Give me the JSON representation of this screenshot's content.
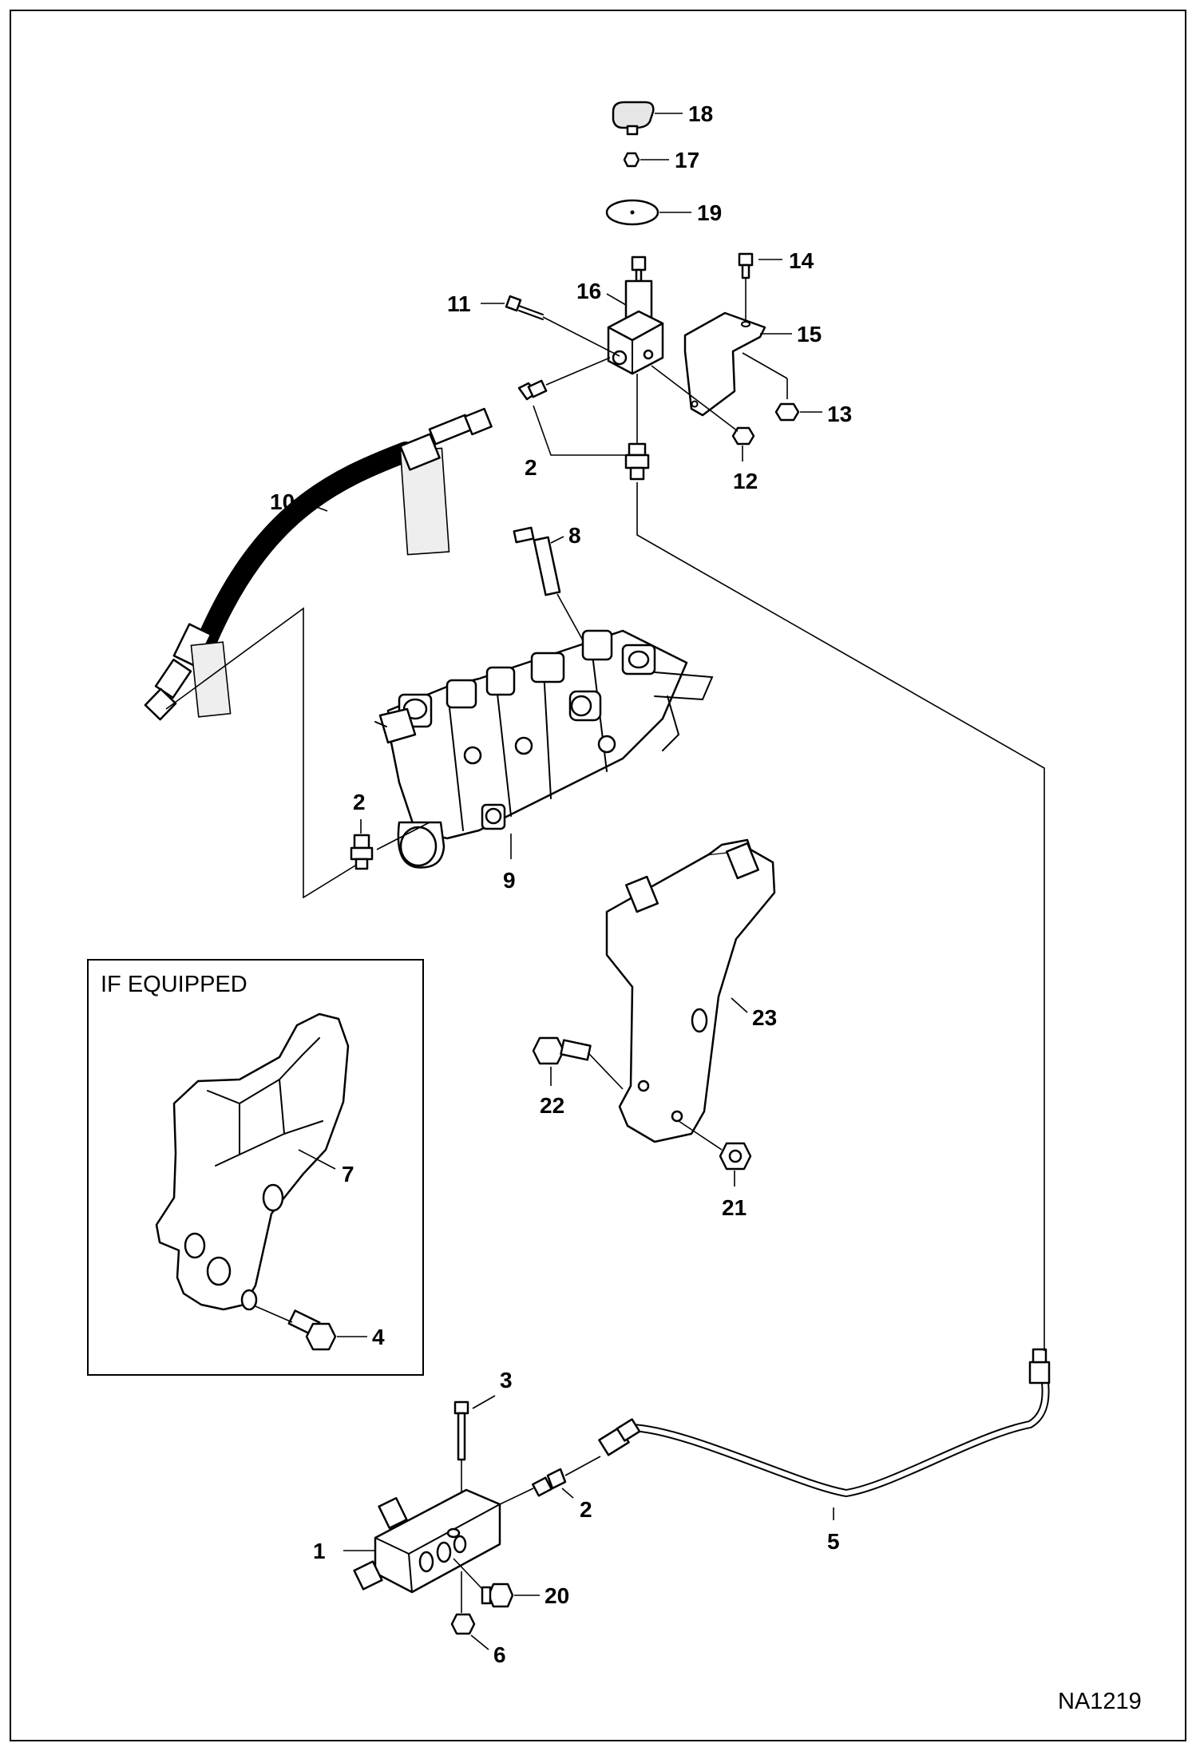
{
  "inset_label": "IF EQUIPPED",
  "drawing_number": "NA1219",
  "callouts": {
    "c1": "1",
    "c2a": "2",
    "c2b": "2",
    "c2c": "2",
    "c3": "3",
    "c4": "4",
    "c5": "5",
    "c6": "6",
    "c7": "7",
    "c8": "8",
    "c9": "9",
    "c10": "10",
    "c11": "11",
    "c12": "12",
    "c13": "13",
    "c14": "14",
    "c15": "15",
    "c16": "16",
    "c17": "17",
    "c18": "18",
    "c19": "19",
    "c20": "20",
    "c21": "21",
    "c22": "22",
    "c23": "23"
  }
}
